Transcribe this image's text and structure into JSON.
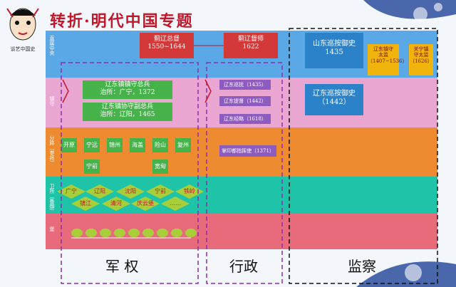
{
  "header": {
    "title": "转折·明代中国专题",
    "logo_caption": "谈艺中国史"
  },
  "colors": {
    "band_top": "#5aa9e6",
    "band_2": "#e8a6d0",
    "band_3": "#ee8a30",
    "band_4": "#1fc4a8",
    "band_5": "#e86b7c"
  },
  "bands": [
    {
      "label": "直属中央"
    },
    {
      "label": "镇守"
    },
    {
      "label": "分路（参将）"
    },
    {
      "label": "卫所（备御）"
    },
    {
      "label": "堡"
    }
  ],
  "central": {
    "zongdu": "蓟辽总督\n1550~1644",
    "dushi": "蓟辽督师\n1622",
    "shandong": "山东巡按御史\n1435",
    "liaodong_xunan": "辽东巡按御史\n（1442）",
    "taijian_liaodong": "辽东镇守\n太监\n（1407~1536）",
    "taijian_guanning": "关宁镇\n守太监\n（1626）"
  },
  "military": {
    "zongbing": "辽东镇镇守总兵\n治所：广宁，1372",
    "fuzongbing": "辽东镇协守副总兵\n治所：辽阳，1465",
    "lu": [
      "开原",
      "宁远",
      "锦州",
      "海盖",
      "险山",
      "复州"
    ],
    "lu2": [
      "宁前",
      "宽甸"
    ]
  },
  "admin": {
    "xunfu": "辽东巡抚（1435）",
    "tidu": "辽东提督（1442）",
    "jinglue": "辽东经略（1618）",
    "zhihuishi": "掌印都指挥使（1371）"
  },
  "weisuo": [
    "广宁",
    "辽阳",
    "沈阳",
    "宁前",
    "铁岭",
    "镇江",
    "清河",
    "庆云堡",
    "……"
  ],
  "bottom": {
    "junquan": "军   权",
    "xingzheng": "行政",
    "jiancha": "监察"
  }
}
